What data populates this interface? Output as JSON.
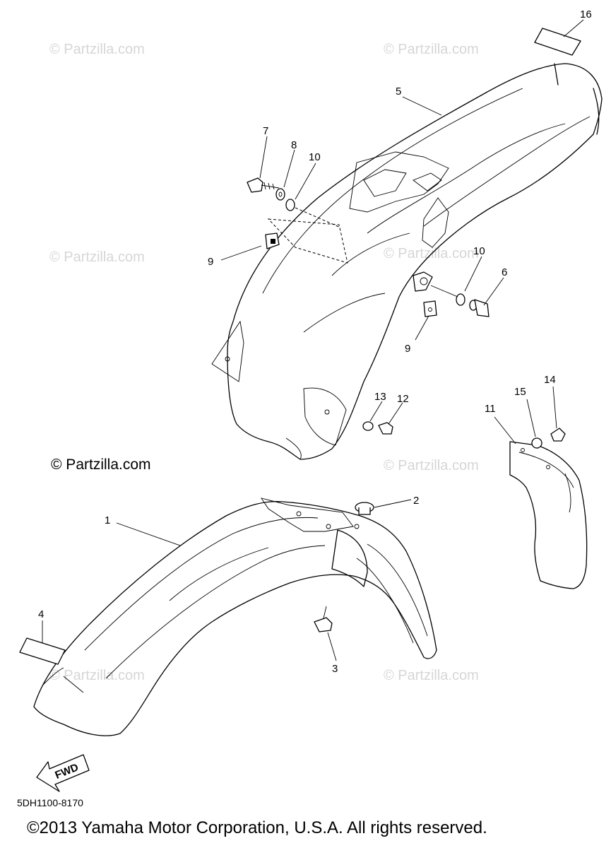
{
  "watermarks": {
    "text": "© Partzilla.com",
    "main": "© Partzilla.com"
  },
  "callouts": {
    "c1": "1",
    "c2": "2",
    "c3": "3",
    "c4": "4",
    "c5": "5",
    "c6": "6",
    "c7": "7",
    "c8": "8",
    "c9a": "9",
    "c9b": "9",
    "c10a": "10",
    "c10b": "10",
    "c11": "11",
    "c12": "12",
    "c13": "13",
    "c14": "14",
    "c15": "15",
    "c16": "16"
  },
  "fwd_label": "FWD",
  "part_number": "5DH1100-8170",
  "copyright": "©2013 Yamaha Motor Corporation, U.S.A. All rights reserved."
}
